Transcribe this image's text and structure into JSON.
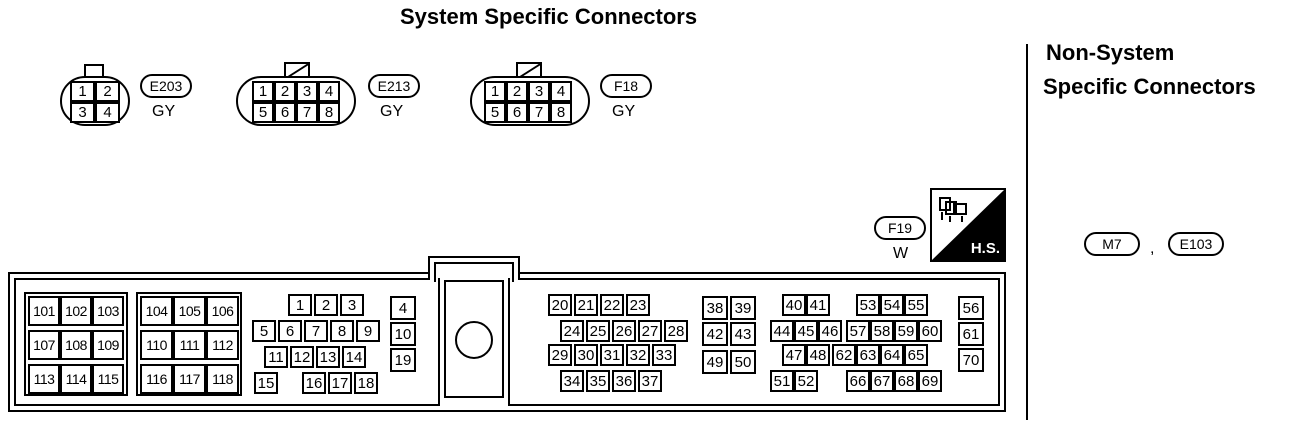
{
  "titles": {
    "system_specific": "System Specific Connectors",
    "non_system_line1": "Non-System",
    "non_system_line2": "Specific Connectors"
  },
  "connectors": {
    "e203": {
      "id": "E203",
      "color": "GY",
      "pins": [
        "1",
        "2",
        "3",
        "4"
      ]
    },
    "e213": {
      "id": "E213",
      "color": "GY",
      "pins": [
        "1",
        "2",
        "3",
        "4",
        "5",
        "6",
        "7",
        "8"
      ]
    },
    "f18": {
      "id": "F18",
      "color": "GY",
      "pins": [
        "1",
        "2",
        "3",
        "4",
        "5",
        "6",
        "7",
        "8"
      ]
    },
    "f19": {
      "id": "F19",
      "color": "W",
      "hs_label": "H.S."
    },
    "m7": {
      "id": "M7"
    },
    "e103": {
      "id": "E103"
    },
    "separator": ","
  },
  "ecm_pins": {
    "g1": [
      "101",
      "102",
      "103",
      "107",
      "108",
      "109",
      "113",
      "114",
      "115"
    ],
    "g2": [
      "104",
      "105",
      "106",
      "110",
      "111",
      "112",
      "116",
      "117",
      "118"
    ],
    "g3": [
      "1",
      "2",
      "3",
      "5",
      "6",
      "7",
      "8",
      "9",
      "11",
      "12",
      "13",
      "14",
      "15",
      "16",
      "17",
      "18"
    ],
    "g4": [
      "4",
      "10",
      "19"
    ],
    "g5": [
      "20",
      "21",
      "22",
      "23",
      "24",
      "25",
      "26",
      "27",
      "28",
      "29",
      "30",
      "31",
      "32",
      "33",
      "34",
      "35",
      "36",
      "37"
    ],
    "g6": [
      "38",
      "39",
      "42",
      "43",
      "49",
      "50"
    ],
    "g7": [
      "40",
      "41",
      "53",
      "54",
      "55",
      "44",
      "45",
      "46",
      "57",
      "58",
      "59",
      "60",
      "47",
      "48",
      "62",
      "63",
      "64",
      "65",
      "51",
      "52",
      "66",
      "67",
      "68",
      "69"
    ],
    "g8": [
      "56",
      "61",
      "70"
    ]
  }
}
